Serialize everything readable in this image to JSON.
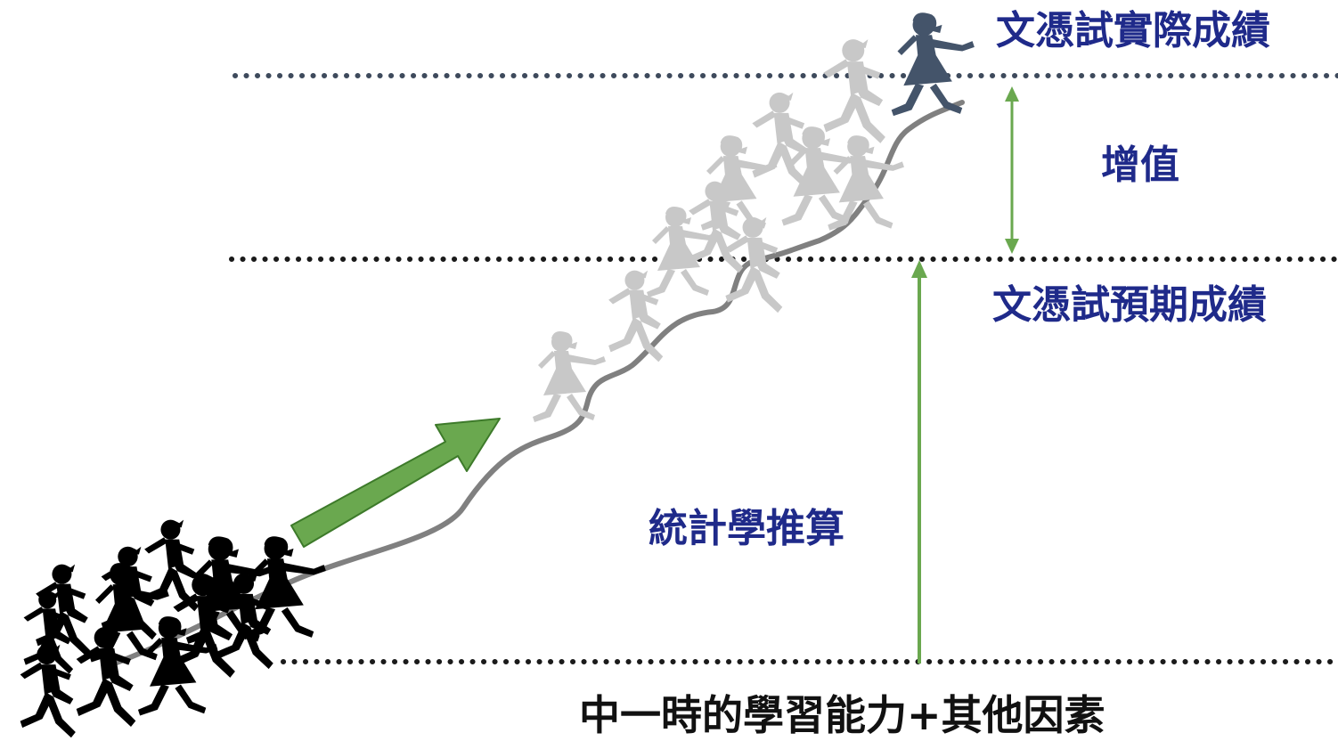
{
  "labels": {
    "actual_score": "文憑試實際成績",
    "value_added": "增值",
    "expected_score": "文憑試預期成績",
    "statistical_inference": "統計學推算",
    "baseline": "中一時的學習能力+其他因素"
  },
  "colors": {
    "label_text": "#1f2a8a",
    "baseline_text": "#111111",
    "dotted_line": "#3e4a5c",
    "green_arrow": "#6aa84f",
    "path": "#808080",
    "runners_start": "#000000",
    "runners_middle": "#c8c8c8",
    "runner_leader": "#44546a"
  },
  "icons": {
    "start_group": "running-children-group-icon",
    "middle_group": "faded-running-children-icon",
    "leader": "leading-runner-girl-icon"
  }
}
